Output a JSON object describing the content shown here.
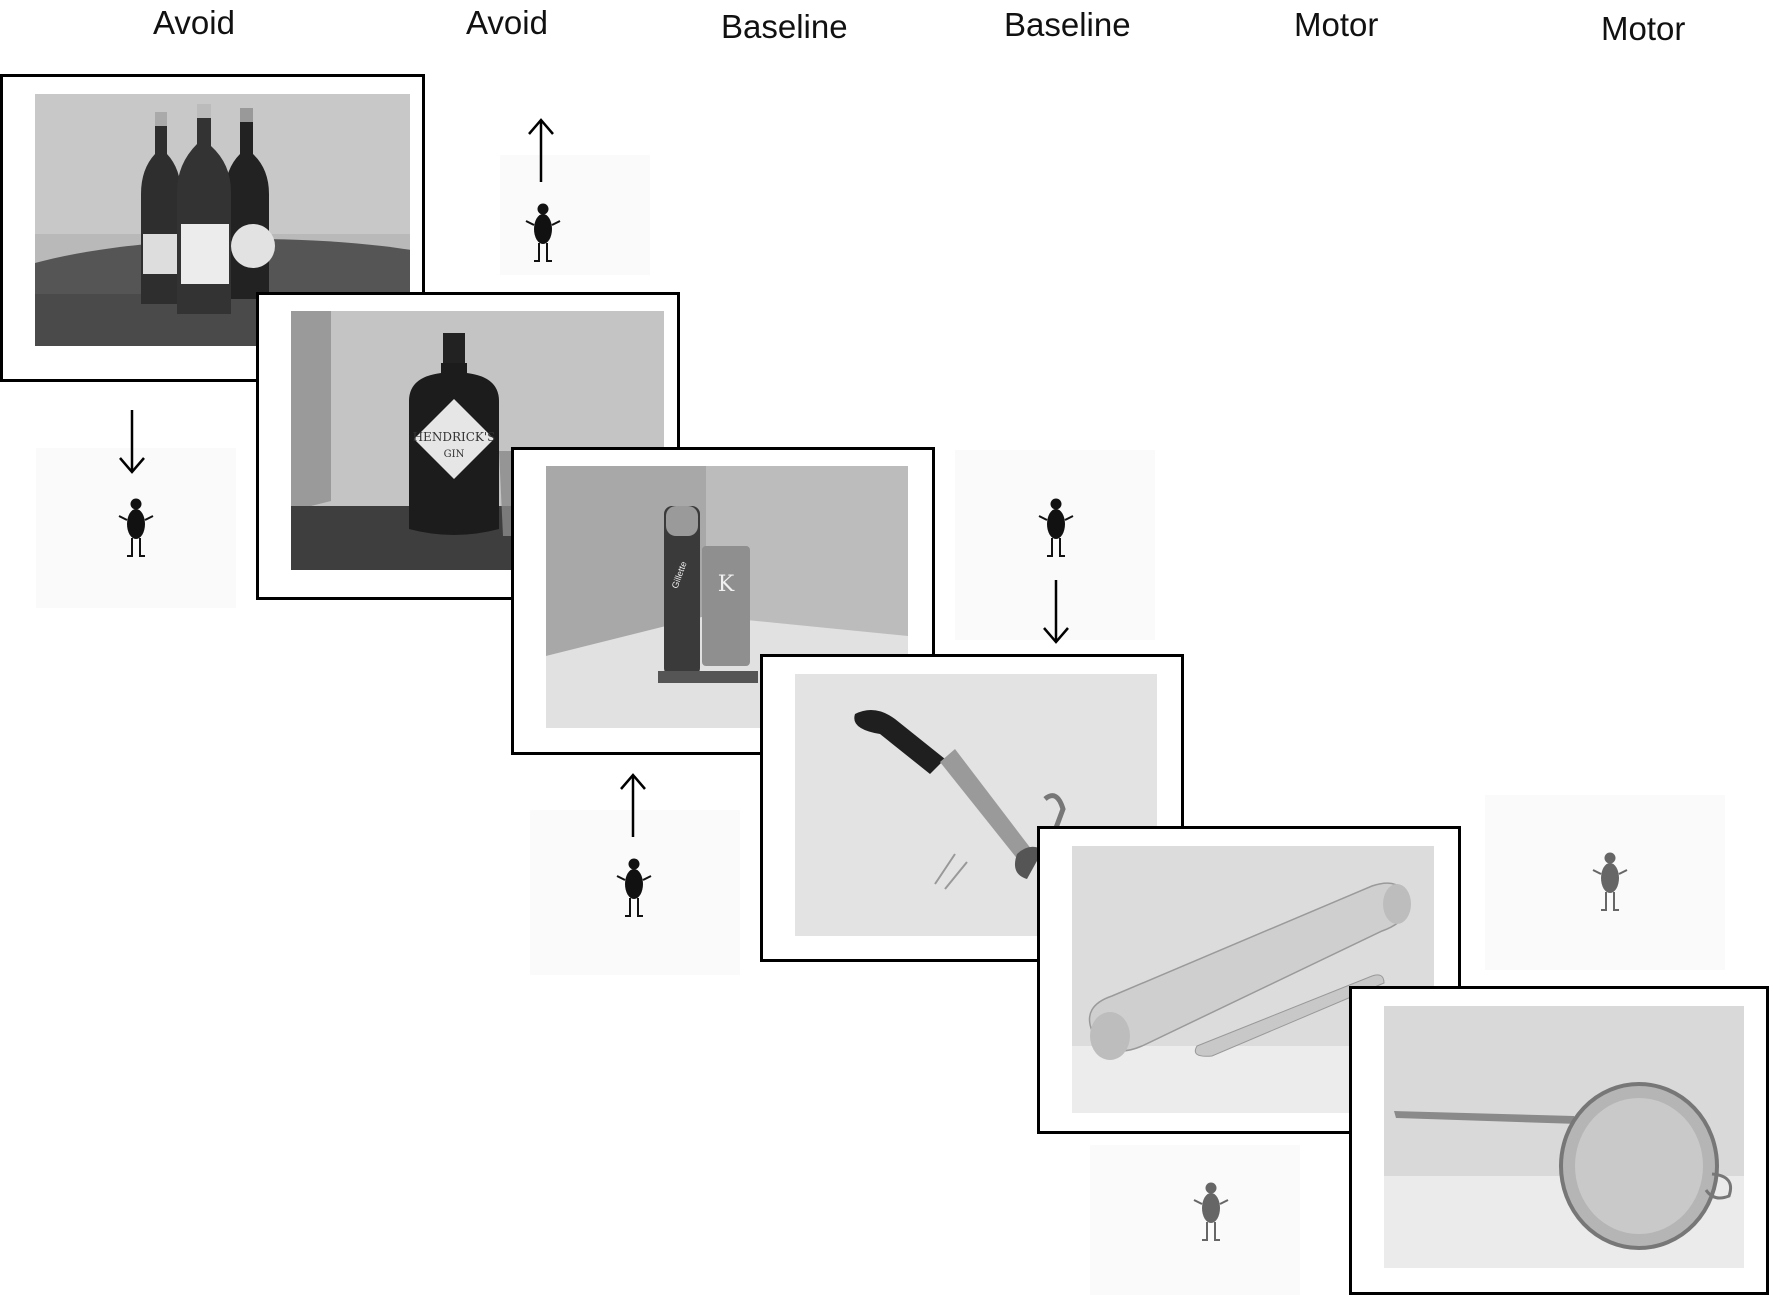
{
  "column_labels": [
    "Avoid",
    "Avoid",
    "Baseline",
    "Baseline",
    "Motor",
    "Motor"
  ],
  "photos": [
    {
      "subject": "wine-bottles",
      "condition": "Avoid"
    },
    {
      "subject": "gin-bottle",
      "condition": "Avoid",
      "brand_text": "HENDRICK'S",
      "brand_sub": "GIN"
    },
    {
      "subject": "shaving-products",
      "condition": "Baseline",
      "brand_text_1": "Gillette",
      "brand_text_2": "K"
    },
    {
      "subject": "hammer-and-nails",
      "condition": "Baseline"
    },
    {
      "subject": "rolling-pin",
      "condition": "Motor"
    },
    {
      "subject": "sieve",
      "condition": "Motor"
    }
  ],
  "cues": [
    {
      "condition": "Avoid",
      "arrow": "down"
    },
    {
      "condition": "Avoid",
      "arrow": "up"
    },
    {
      "condition": "Baseline",
      "arrow": "up"
    },
    {
      "condition": "Baseline",
      "arrow": "down"
    },
    {
      "condition": "Motor",
      "arrow": "none"
    },
    {
      "condition": "Motor",
      "arrow": "none"
    }
  ],
  "colors": {
    "frame": "#000000",
    "figure_dark": "#111111",
    "figure_grey": "#666666"
  }
}
